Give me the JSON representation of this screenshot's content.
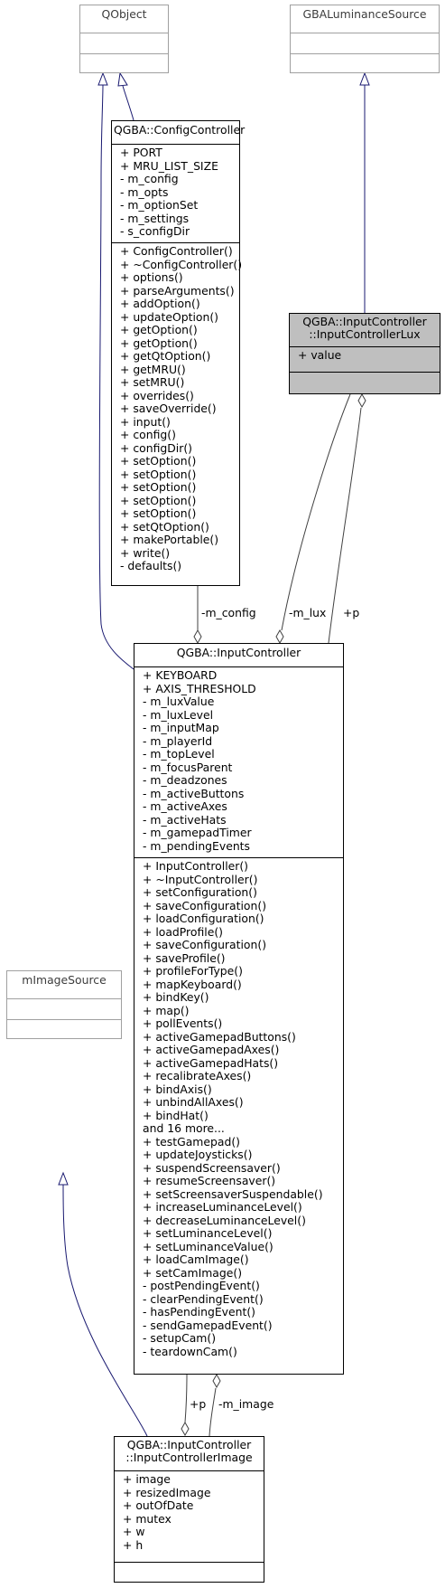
{
  "classes": {
    "qobject": {
      "title": "QObject",
      "attributes": [],
      "methods": []
    },
    "gba_luminance_source": {
      "title": "GBALuminanceSource",
      "attributes": [],
      "methods": []
    },
    "input_controller_lux": {
      "title_lines": [
        "QGBA::InputController",
        "::InputControllerLux"
      ],
      "attributes": [
        "+ value"
      ],
      "methods": []
    },
    "config_controller": {
      "title": "QGBA::ConfigController",
      "attributes": [
        "+ PORT",
        "+ MRU_LIST_SIZE",
        "- m_config",
        "- m_opts",
        "- m_optionSet",
        "- m_settings",
        "- s_configDir"
      ],
      "methods": [
        "+ ConfigController()",
        "+ ~ConfigController()",
        "+ options()",
        "+ parseArguments()",
        "+ addOption()",
        "+ updateOption()",
        "+ getOption()",
        "+ getOption()",
        "+ getQtOption()",
        "+ getMRU()",
        "+ setMRU()",
        "+ overrides()",
        "+ saveOverride()",
        "+ input()",
        "+ config()",
        "+ configDir()",
        "+ setOption()",
        "+ setOption()",
        "+ setOption()",
        "+ setOption()",
        "+ setOption()",
        "+ setQtOption()",
        "+ makePortable()",
        "+ write()",
        "- defaults()"
      ]
    },
    "input_controller": {
      "title": "QGBA::InputController",
      "attributes": [
        "+ KEYBOARD",
        "+ AXIS_THRESHOLD",
        "- m_luxValue",
        "- m_luxLevel",
        "- m_inputMap",
        "- m_playerId",
        "- m_topLevel",
        "- m_focusParent",
        "- m_deadzones",
        "- m_activeButtons",
        "- m_activeAxes",
        "- m_activeHats",
        "- m_gamepadTimer",
        "- m_pendingEvents"
      ],
      "methods": [
        "+ InputController()",
        "+ ~InputController()",
        "+ setConfiguration()",
        "+ saveConfiguration()",
        "+ loadConfiguration()",
        "+ loadProfile()",
        "+ saveConfiguration()",
        "+ saveProfile()",
        "+ profileForType()",
        "+ mapKeyboard()",
        "+ bindKey()",
        "+ map()",
        "+ pollEvents()",
        "+ activeGamepadButtons()",
        "+ activeGamepadAxes()",
        "+ activeGamepadHats()",
        "+ recalibrateAxes()",
        "+ bindAxis()",
        "+ unbindAllAxes()",
        "+ bindHat()",
        "and 16 more...",
        "+ testGamepad()",
        "+ updateJoysticks()",
        "+ suspendScreensaver()",
        "+ resumeScreensaver()",
        "+ setScreensaverSuspendable()",
        "+ increaseLuminanceLevel()",
        "+ decreaseLuminanceLevel()",
        "+ setLuminanceLevel()",
        "+ setLuminanceValue()",
        "+ loadCamImage()",
        "+ setCamImage()",
        "- postPendingEvent()",
        "- clearPendingEvent()",
        "- hasPendingEvent()",
        "- sendGamepadEvent()",
        "- setupCam()",
        "- teardownCam()"
      ]
    },
    "m_image_source": {
      "title": "mImageSource",
      "attributes": [],
      "methods": []
    },
    "input_controller_image": {
      "title_lines": [
        "QGBA::InputController",
        "::InputControllerImage"
      ],
      "attributes": [
        "+ image",
        "+ resizedImage",
        "+ outOfDate",
        "+ mutex",
        "+ w",
        "+ h"
      ],
      "methods": []
    }
  },
  "edge_labels": {
    "m_config": "-m_config",
    "m_lux": "-m_lux",
    "p_lux": "+p",
    "p_image": "+p",
    "m_image": "-m_image"
  },
  "colors": {
    "inheritance": "#191970",
    "composition": "#404040",
    "highlight_fill": "#bfbfbf",
    "external_border": "#a0a0a0"
  }
}
